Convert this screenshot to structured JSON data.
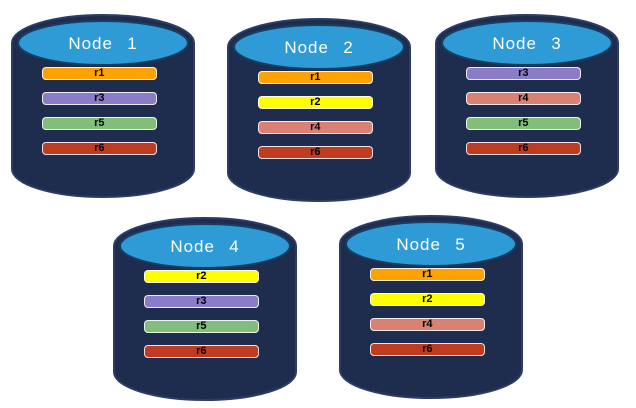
{
  "diagram": {
    "description": "Five database node cylinders showing replica placement",
    "title_color": "#FFFFFF",
    "bar_text_color": "#000000"
  },
  "colors": {
    "cylinder_body": "#1E2D4E",
    "cylinder_outline": "#2B3C66",
    "top_ellipse": "#2E9AD6",
    "top_ellipse_outline": "#173E62",
    "bar_border": "#FFFFFF"
  },
  "replica_colors": {
    "r1": "#FEA202",
    "r2": "#FFFF00",
    "r3": "#8B7CC8",
    "r4": "#D98175",
    "r5": "#83BD7C",
    "r6": "#BF3B21"
  },
  "nodes": [
    {
      "title": "Node 1",
      "replicas": [
        "r1",
        "r3",
        "r5",
        "r6"
      ]
    },
    {
      "title": "Node 2",
      "replicas": [
        "r1",
        "r2",
        "r4",
        "r6"
      ]
    },
    {
      "title": "Node 3",
      "replicas": [
        "r3",
        "r4",
        "r5",
        "r6"
      ]
    },
    {
      "title": "Node 4",
      "replicas": [
        "r2",
        "r3",
        "r5",
        "r6"
      ]
    },
    {
      "title": "Node 5",
      "replicas": [
        "r1",
        "r2",
        "r4",
        "r6"
      ]
    }
  ]
}
